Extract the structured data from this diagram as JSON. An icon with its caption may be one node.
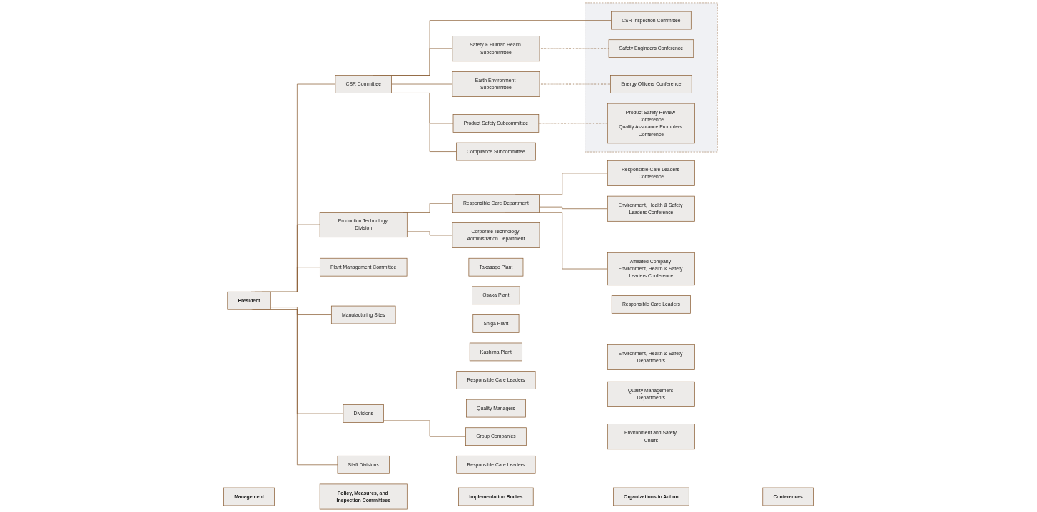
{
  "diagram": {
    "nodes": [
      {
        "text": [
          "Management"
        ]
      },
      {
        "text": [
          "Policy, Measures, and Inspection Committees"
        ]
      },
      {
        "text": [
          "Implementation Bodies"
        ]
      },
      {
        "text": [
          "Organizations in Action"
        ]
      },
      {
        "text": [
          "Conferences"
        ]
      },
      {
        "text": [
          "President"
        ]
      },
      {
        "text": [
          "CSR Committee"
        ]
      },
      {
        "text": [
          "Safety & Human Health Subcommittee"
        ]
      },
      {
        "text": [
          "Earth Environment Subcommittee"
        ]
      },
      {
        "text": [
          "Product Safety Subcommittee"
        ]
      },
      {
        "text": [
          "Compliance Subcommittee"
        ]
      },
      {
        "text": [
          "Plant Management Committee"
        ]
      },
      {
        "text": [],
        "shape": "box"
      },
      {
        "text": [
          "CSR Inspection Committee"
        ],
        "in": 12
      },
      {
        "text": [
          "Safety Engineers Conference"
        ],
        "in": 12
      },
      {
        "text": [
          "Energy Officers Conference"
        ],
        "in": 12
      },
      {
        "text": [
          "Product Safety Review Conference",
          "Quality Assurance Promoters Conference"
        ],
        "in": 12
      },
      {
        "text": [
          "Production Technology Division"
        ]
      },
      {
        "text": [
          "Corporate Technology Administration Department"
        ]
      },
      {
        "text": [
          "Responsible Care Department"
        ]
      },
      {
        "text": [
          "Responsible Care Leaders Conference"
        ]
      },
      {
        "text": [
          "Environment, Health & Safety Leaders Conference"
        ]
      },
      {
        "text": [
          "Affiliated Company Environment, Health & Safety Leaders Conference"
        ]
      },
      {
        "text": [
          "Manufacturing Sites"
        ]
      },
      {
        "text": [
          "Takasago Plant"
        ]
      },
      {
        "text": [
          "Osaka Plant"
        ]
      },
      {
        "text": [
          "Shiga Plant"
        ]
      },
      {
        "text": [
          "Kashima Plant"
        ]
      },
      {
        "text": [
          "Responsible Care Leaders"
        ]
      },
      {
        "text": [
          "Environment, Health & Safety Departments"
        ]
      },
      {
        "text": [
          "Quality Management Departments"
        ]
      },
      {
        "text": [
          "Divisions"
        ]
      },
      {
        "text": [
          "Responsible Care Leaders"
        ]
      },
      {
        "text": [
          "Quality Managers"
        ]
      },
      {
        "text": [
          "Group Companies"
        ]
      },
      {
        "text": [
          "Environment and Safety Chiefs"
        ]
      },
      {
        "text": [
          "Staff Divisions"
        ]
      },
      {
        "text": [
          "Responsible Care Leaders"
        ]
      }
    ],
    "edges": [
      {
        "from": 5,
        "to": 6,
        "arrow": "none"
      },
      {
        "from": 5,
        "to": 11,
        "arrow": "none"
      },
      {
        "from": 6,
        "to": 7,
        "arrow": "none"
      },
      {
        "from": 6,
        "to": 8,
        "arrow": "none"
      },
      {
        "from": 6,
        "to": 9,
        "arrow": "none"
      },
      {
        "from": 6,
        "to": 10,
        "arrow": "none"
      },
      {
        "from": 6,
        "to": 13,
        "arrow": "none"
      },
      {
        "from": 7,
        "to": 14,
        "arrow": "none",
        "style": "dashed"
      },
      {
        "from": 8,
        "to": 15,
        "arrow": "none",
        "style": "dashed"
      },
      {
        "from": 9,
        "to": 16,
        "arrow": "none",
        "style": "dashed"
      },
      {
        "from": 5,
        "to": 17,
        "arrow": "none"
      },
      {
        "from": 5,
        "to": 23,
        "arrow": "none"
      },
      {
        "from": 5,
        "to": 31,
        "arrow": "none"
      },
      {
        "from": 5,
        "to": 36,
        "arrow": "none"
      },
      {
        "from": 17,
        "to": 18,
        "arrow": "none"
      },
      {
        "from": 17,
        "to": 19,
        "arrow": "none"
      },
      {
        "from": 19,
        "to": 20,
        "arrow": "none"
      },
      {
        "from": 19,
        "to": 21,
        "arrow": "none"
      },
      {
        "from": 19,
        "to": 22,
        "arrow": "none"
      },
      {
        "from": 31,
        "to": 34,
        "arrow": "none"
      }
    ]
  }
}
